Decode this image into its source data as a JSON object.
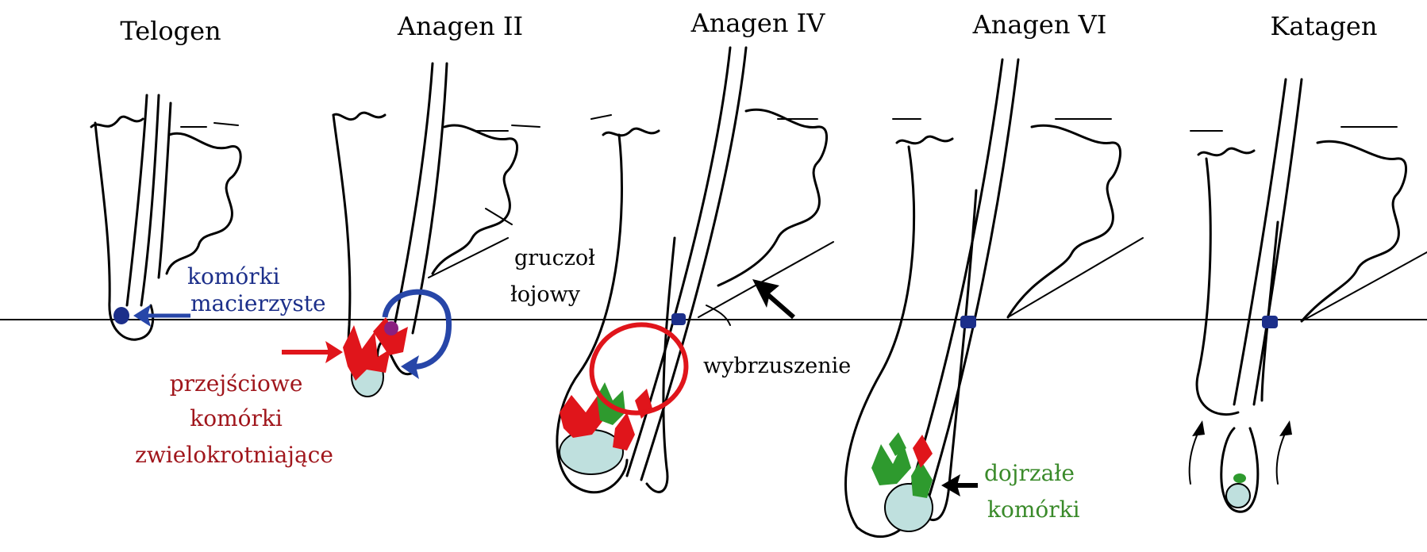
{
  "stages": [
    {
      "title": "Telogen"
    },
    {
      "title": "Anagen II"
    },
    {
      "title": "Anagen IV"
    },
    {
      "title": "Anagen VI"
    },
    {
      "title": "Katagen"
    }
  ],
  "labels": {
    "stem_cells": [
      "komórki",
      "macierzyste"
    ],
    "sebaceous_gland": [
      "gruczoł",
      "łojowy"
    ],
    "bulge": "wybrzuszenie",
    "transit_cells": [
      "przejściowe",
      "komórki",
      "zwielokrotniające"
    ],
    "mature_cells": [
      "dojrzałe",
      "komórki"
    ]
  },
  "colors": {
    "stem_blue": "#1c2f8a",
    "arrow_blue": "#2746a8",
    "transit_red": "#e0151b",
    "label_red": "#a0161c",
    "mature_green": "#2e9a2e",
    "label_green": "#3a8a2a",
    "papilla": "#bfe0de",
    "line": "#000000"
  }
}
